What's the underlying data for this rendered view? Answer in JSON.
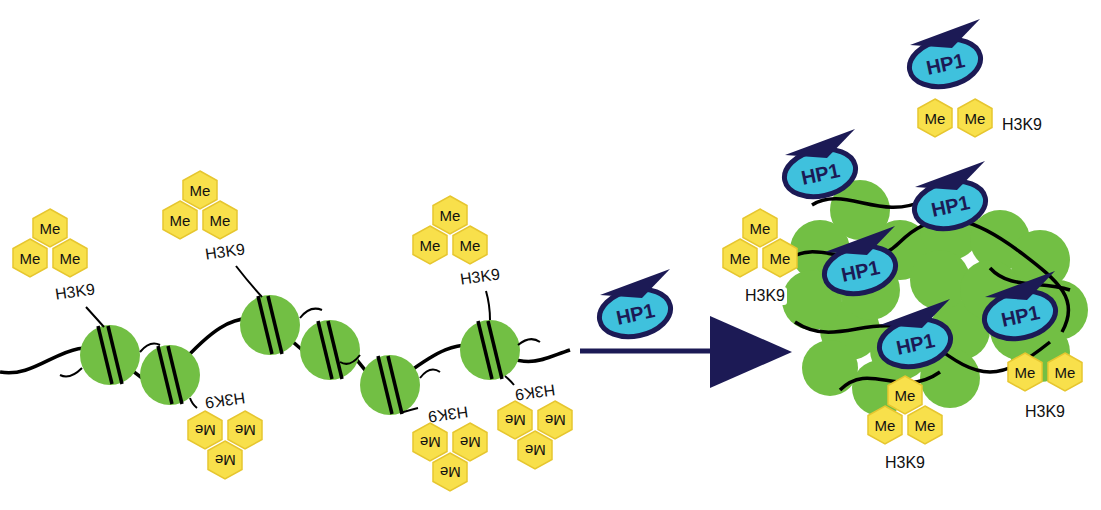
{
  "diagram": {
    "nodes": [
      {
        "text": [
          "Me"
        ]
      },
      {
        "text": [
          "Me"
        ]
      },
      {
        "text": [
          "Me"
        ]
      },
      {
        "text": [
          "Me"
        ]
      },
      {
        "text": [
          "Me"
        ]
      },
      {
        "text": [
          "Me"
        ]
      },
      {
        "text": [
          "Me"
        ]
      },
      {
        "text": [
          "Me"
        ]
      },
      {
        "text": [
          "Me"
        ]
      },
      {
        "text": [
          "Me"
        ]
      },
      {
        "text": [
          "Me"
        ]
      },
      {
        "text": [
          "Me"
        ]
      },
      {
        "text": [
          "Me"
        ]
      },
      {
        "text": [
          "Me"
        ]
      },
      {
        "text": [
          "Me"
        ]
      },
      {
        "text": [
          "Me"
        ]
      },
      {
        "text": [
          "Me"
        ]
      },
      {
        "text": [
          "Me"
        ]
      },
      {
        "text": [
          "HP1"
        ]
      },
      {
        "text": [
          "HP1"
        ]
      },
      {
        "text": [
          "Me"
        ]
      },
      {
        "text": [
          "Me"
        ]
      },
      {
        "text": [
          "HP1"
        ]
      },
      {
        "text": [
          "HP1"
        ]
      },
      {
        "text": [
          "Me"
        ]
      },
      {
        "text": [
          "Me"
        ]
      },
      {
        "text": [
          "Me"
        ]
      },
      {
        "text": [
          "HP1"
        ]
      },
      {
        "text": [
          "HP1"
        ]
      },
      {
        "text": [
          "HP1"
        ]
      },
      {
        "text": [
          "Me"
        ]
      },
      {
        "text": [
          "Me"
        ]
      },
      {
        "text": [
          "Me"
        ]
      },
      {
        "text": [
          "Me"
        ]
      },
      {
        "text": [
          "Me"
        ]
      }
    ],
    "labels": [
      "H3K9",
      "H3K9",
      "H3K9",
      "H3K9",
      "H3K9",
      "H3K9",
      "H3K9",
      "H3K9",
      "H3K9",
      "H3K9"
    ]
  }
}
